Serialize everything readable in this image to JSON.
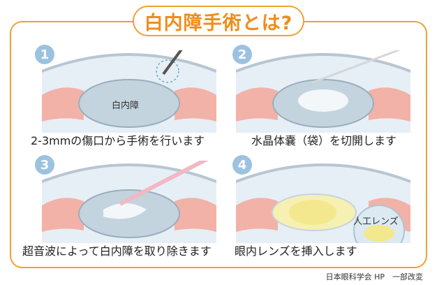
{
  "title": "白内障手術とは?",
  "steps": [
    {
      "number": "1",
      "caption": "2-3mmの傷口から手術を行います",
      "label": "白内障"
    },
    {
      "number": "2",
      "caption": "水晶体嚢（袋）を切開します"
    },
    {
      "number": "3",
      "caption": "超音波によって白内障を取り除きます"
    },
    {
      "number": "4",
      "caption": "眼内レンズを挿入します",
      "label": "人工レンズ"
    }
  ],
  "source": "日本眼科学会 HP　一部改変",
  "colors": {
    "accent": "#f0a035",
    "title": "#ef8d1b",
    "badge": "#9cc2e0"
  }
}
